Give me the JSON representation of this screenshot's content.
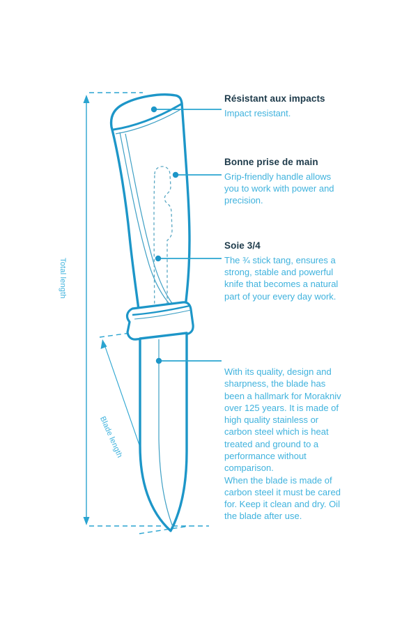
{
  "page": {
    "title": "Morakniv knife anatomy diagram",
    "background_color": "#ffffff"
  },
  "colors": {
    "knife_outline": "#1d96c8",
    "knife_detail": "#3d9fc4",
    "callout_line": "#2aa4d0",
    "body_text": "#3fb2dd",
    "heading_text": "#1d3a4a",
    "dimension_line": "#2aa4d0",
    "tang_dashed": "#5aa8c4"
  },
  "dimensions": {
    "total_length": {
      "label": "Total length",
      "orientation": "vertical"
    },
    "blade_length": {
      "label": "Blade length",
      "orientation": "diagonal"
    }
  },
  "callouts": [
    {
      "id": "impact-resistance",
      "title": "Résistant aux impacts",
      "body": "Impact resistant.",
      "target": "handle-butt-cap"
    },
    {
      "id": "grip",
      "title": "Bonne prise de main",
      "body": "Grip-friendly handle allows you to work with power and precision.",
      "target": "handle-grip"
    },
    {
      "id": "tang",
      "title": "Soie 3/4",
      "body": "The ¾ stick tang, ensures a strong, stable and powerful knife that becomes a natural part of your every day work.",
      "target": "stick-tang"
    },
    {
      "id": "blade",
      "title": "",
      "body": "With its quality, design and sharpness, the blade has been a hallmark for Morakniv over 125 years. It is made of high quality stainless or carbon steel which is heat treated and ground to a performance without comparison.\nWhen the blade is made of carbon steel it must be cared for. Keep it clean and dry. Oil the blade after use.",
      "target": "blade"
    }
  ]
}
